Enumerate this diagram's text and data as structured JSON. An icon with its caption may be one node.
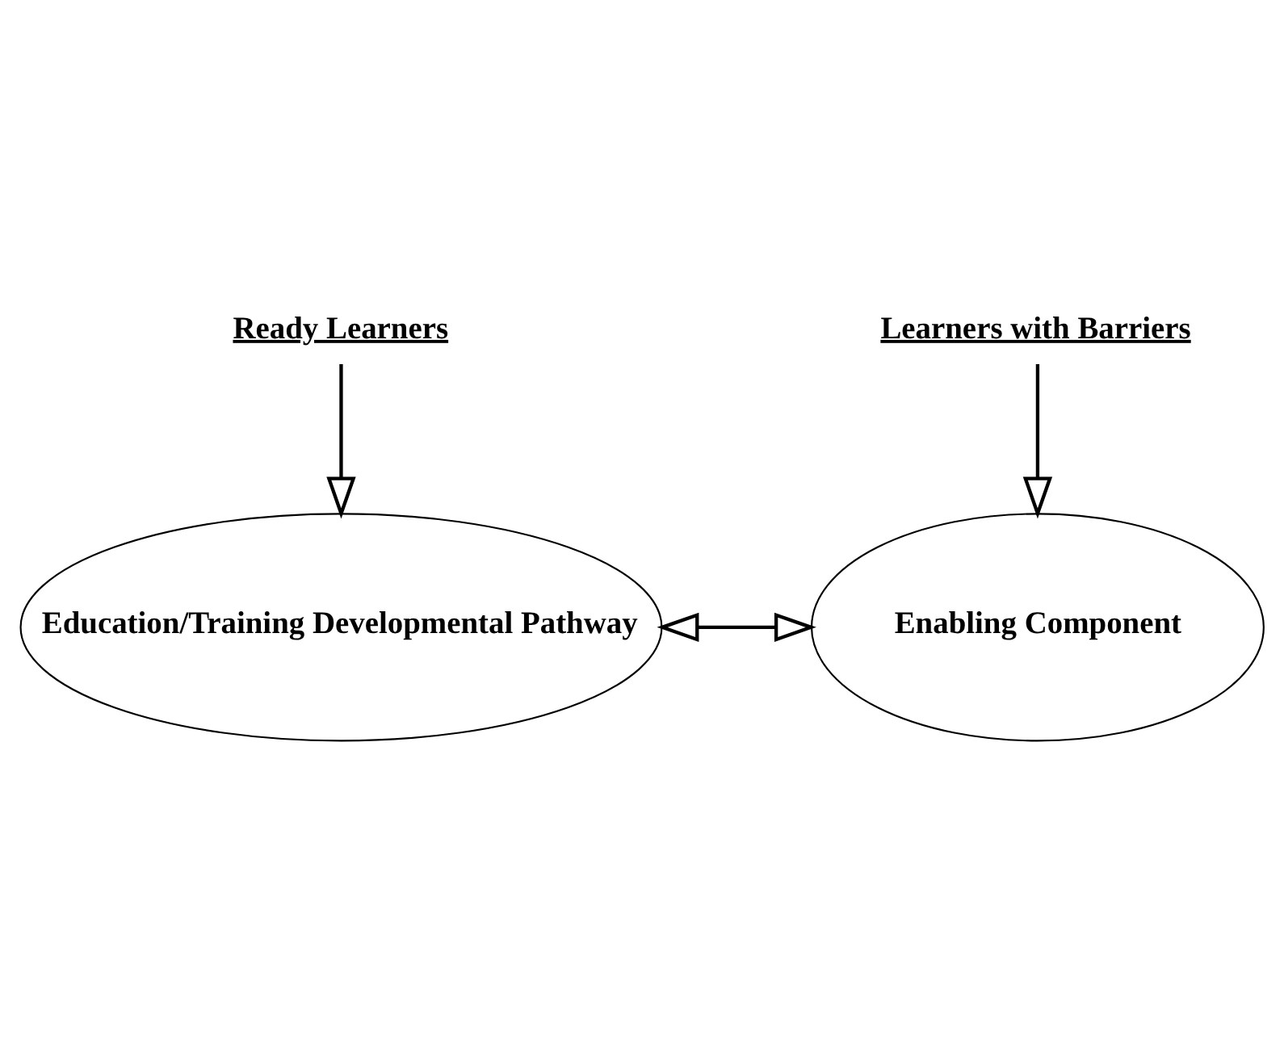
{
  "diagram": {
    "nodes": [
      {
        "text": [
          "Ready Learners"
        ]
      },
      {
        "text": [
          "Learners with Barriers"
        ]
      },
      {
        "text": [
          "Education/Training Developmental Pathway"
        ]
      },
      {
        "text": [
          "Enabling Component"
        ]
      }
    ],
    "edges": [
      {
        "from": 0,
        "to": 2,
        "arrow": "to"
      },
      {
        "from": 1,
        "to": 3,
        "arrow": "to"
      },
      {
        "from": 2,
        "to": 3,
        "arrow": "both"
      }
    ]
  }
}
